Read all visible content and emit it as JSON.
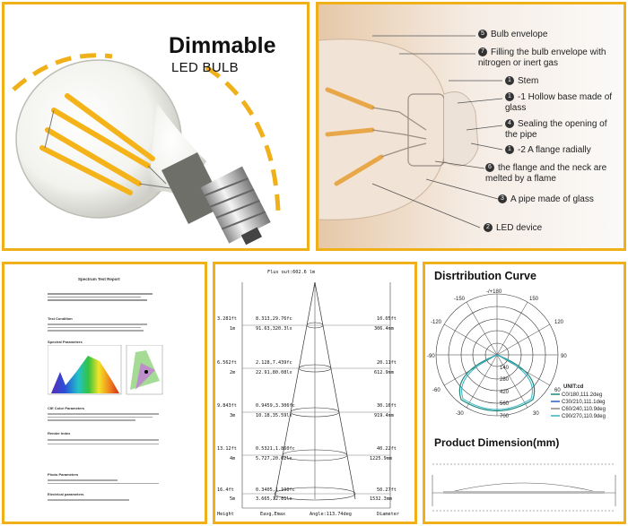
{
  "panel_bulb": {
    "title": "Dimmable",
    "subtitle": "LED BULB"
  },
  "panel_structure": {
    "labels": [
      {
        "num": "5",
        "text": "Bulb envelope"
      },
      {
        "num": "7",
        "text": "Filling the bulb envelope with nitrogen or inert gas"
      },
      {
        "num": "1",
        "text": "Stem"
      },
      {
        "num": "1",
        "text": "-1  Hollow base made of glass"
      },
      {
        "num": "4",
        "text": "Sealing the opening of the pipe"
      },
      {
        "num": "1",
        "text": "-2  A flange radially"
      },
      {
        "num": "6",
        "text": "the flange and the neck are melted by a flame"
      },
      {
        "num": "3",
        "text": "A pipe made of glass"
      },
      {
        "num": "2",
        "text": "LED device"
      }
    ]
  },
  "panel_report": {
    "title": "Spectrum Test Report",
    "section_test_condition": "Test Condition",
    "section_spectral": "Spectral Parameters",
    "section_cie": "CIE Color Parameters",
    "section_render": "Render Index",
    "section_photo": "Photo Parameters",
    "section_electrical": "Electrical parameters"
  },
  "panel_flux": {
    "header": "Flux out:602.6 lm",
    "rows": [
      {
        "ft": "3.281ft",
        "m": "1m",
        "e1": "8.313,29.76fc",
        "e2": "91.63,320.3lx",
        "d1": "10.05ft",
        "d2": "306.4mm"
      },
      {
        "ft": "6.562ft",
        "m": "2m",
        "e1": "2.128,7.439fc",
        "e2": "22.91,80.08lx",
        "d1": "20.11ft",
        "d2": "612.9mm"
      },
      {
        "ft": "9.843ft",
        "m": "3m",
        "e1": "0.9459,3.306fc",
        "e2": "10.18,35.59lx",
        "d1": "30.16ft",
        "d2": "919.4mm"
      },
      {
        "ft": "13.12ft",
        "m": "4m",
        "e1": "0.5321,1.860fc",
        "e2": "5.727,20.02lx",
        "d1": "40.22ft",
        "d2": "1225.9mm"
      },
      {
        "ft": "16.4ft",
        "m": "5m",
        "e1": "0.3405,1.190fc",
        "e2": "3.665,12.81lx",
        "d1": "50.27ft",
        "d2": "1532.3mm"
      }
    ],
    "footer": {
      "height": "Height",
      "eavg": "Eavg,Emax",
      "angle": "Angle:113.74deg",
      "diameter": "Diameter"
    }
  },
  "panel_distribution": {
    "title": "Disrtribution Curve",
    "angle_labels": [
      "-/+180",
      "-150",
      "150",
      "-120",
      "120",
      "-90",
      "90",
      "-60",
      "60",
      "-30",
      "30"
    ],
    "radial_labels": [
      "140",
      "280",
      "420",
      "560",
      "700"
    ],
    "unit": "UNIT:cd",
    "legend": [
      "C0/180,111.2deg",
      "C30/210,111.1deg",
      "C60/240,110.9deg",
      "C90/270,110.9deg"
    ],
    "colors": {
      "c0": "#1a8a78",
      "c30": "#2a5fbf",
      "c60": "#888888",
      "c90": "#35b2c6"
    },
    "dimension_title": "Product Dimension(mm)"
  }
}
